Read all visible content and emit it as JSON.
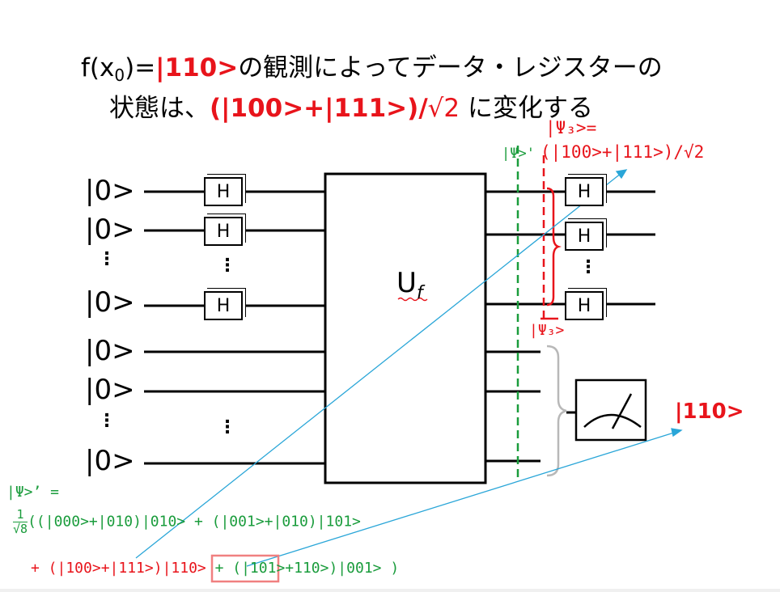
{
  "title": {
    "line1_prefix": "f(x",
    "line1_sub": "0",
    "line1_mid": ")=",
    "line1_red": "|110>",
    "line1_suffix": "の観測によってデータ・レジスターの",
    "line2_prefix": "状態は、",
    "line2_red": "(|100>+|111>)/",
    "line2_sqrt": "√2",
    "line2_suffix": " に変化する"
  },
  "circuit": {
    "inputs": [
      "|0>",
      "|0>",
      "⋮",
      "|0>",
      "|0>",
      "|0>",
      "⋮",
      "|0>"
    ],
    "gate_label": "H",
    "oracle_label": "U",
    "oracle_sub": "f",
    "psi_prime_label": "|Ψ>'",
    "psi3_label": "|Ψ₃>",
    "psi3_top_line1": "|Ψ₃>=",
    "psi3_top_line2": "(|100>+|111>)/√2",
    "measurement_result": "|110>"
  },
  "formula": {
    "lhs": "|Ψ>’ =",
    "frac_num": "1",
    "frac_den": "√8",
    "line1": "((|000>+|010)|010> + (|001>+|010)|101>",
    "line2_a": "+ (|100>+|111>)",
    "line2_box": "|110>",
    "line2_b": " + (|101>+110>)|001>  )"
  },
  "colors": {
    "red": "#e8141b",
    "green": "#1a9c3c",
    "arrow": "#2aa6d8",
    "brace_gray": "#b8b8b8"
  }
}
